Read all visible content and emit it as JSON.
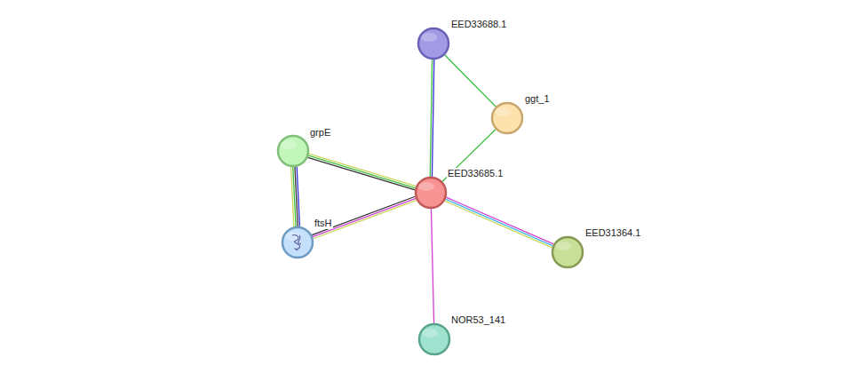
{
  "diagram": {
    "nodes": [
      {
        "text": [
          "EED33688.1"
        ]
      },
      {
        "text": [
          "ggt_1"
        ]
      },
      {
        "text": [
          "grpE"
        ]
      },
      {
        "text": [
          "EED33685.1"
        ]
      },
      {
        "text": [
          "ftsH"
        ]
      },
      {
        "text": [
          "EED31364.1"
        ]
      },
      {
        "text": [
          "NOR53_141"
        ]
      }
    ],
    "edges": [
      {
        "from": 0,
        "to": 1,
        "arrow": "none"
      },
      {
        "from": 0,
        "to": 3,
        "arrow": "none"
      },
      {
        "from": 1,
        "to": 3,
        "arrow": "none"
      },
      {
        "from": 2,
        "to": 3,
        "arrow": "none"
      },
      {
        "from": 2,
        "to": 4,
        "arrow": "none"
      },
      {
        "from": 3,
        "to": 4,
        "arrow": "none"
      },
      {
        "from": 3,
        "to": 5,
        "arrow": "none"
      },
      {
        "from": 3,
        "to": 6,
        "arrow": "none"
      }
    ]
  }
}
